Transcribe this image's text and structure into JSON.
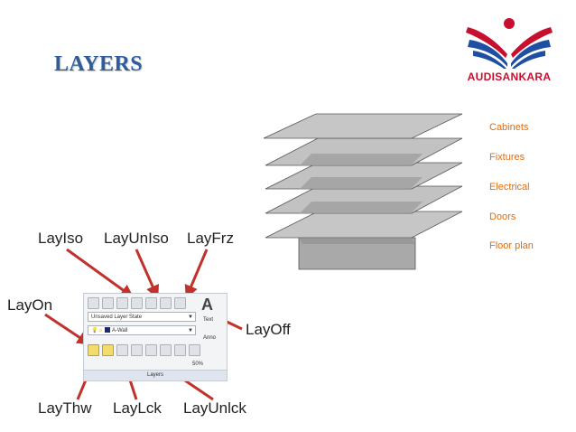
{
  "slide": {
    "title": "LAYERS"
  },
  "logo": {
    "brand": "AUDISANKARA"
  },
  "colors": {
    "title": "#2e5d99",
    "legend": "#e36c0a",
    "arrow": "#c0322b",
    "layer_fill": "#b7b7b7",
    "brand_red": "#c8102e",
    "brand_blue": "#1f4fa3"
  },
  "diagram": {
    "legend": [
      "Cabinets",
      "Fixtures",
      "Electrical",
      "Doors",
      "Floor plan"
    ]
  },
  "toolbar": {
    "layer_state": "Unsaved Layer State",
    "current_layer": "A-Wall",
    "panel_label": "Layers",
    "zoom": "50%",
    "side_labels": [
      "Text",
      "Anno"
    ],
    "big_letter": "A"
  },
  "callouts": {
    "layiso": "LayIso",
    "layuniso": "LayUnIso",
    "layfrz": "LayFrz",
    "layon": "LayOn",
    "layoff": "LayOff",
    "laythw": "LayThw",
    "laylck": "LayLck",
    "layunlck": "LayUnlck"
  }
}
